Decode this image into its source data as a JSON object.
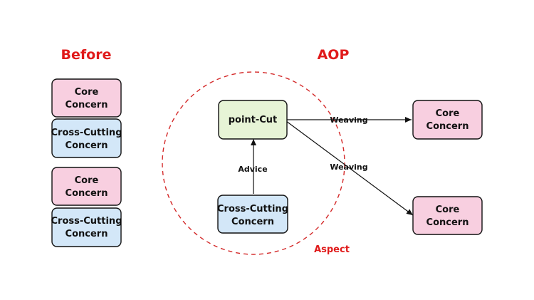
{
  "colors": {
    "heading": "#e01b1b",
    "aspect_dash": "#d42a2a",
    "core_fill": "#f8cfe0",
    "cross_fill": "#d3e7f8",
    "pointcut_fill": "#e7f4d6",
    "stroke": "#111111"
  },
  "before": {
    "title": "Before",
    "boxes": [
      {
        "kind": "core",
        "line1": "Core",
        "line2": "Concern"
      },
      {
        "kind": "cross",
        "line1": "Cross-Cutting",
        "line2": "Concern"
      },
      {
        "kind": "core",
        "line1": "Core",
        "line2": "Concern"
      },
      {
        "kind": "cross",
        "line1": "Cross-Cutting",
        "line2": "Concern"
      }
    ]
  },
  "aop": {
    "title": "AOP",
    "aspect_label": "Aspect",
    "pointcut": {
      "label": "point-Cut"
    },
    "cross_cutting": {
      "line1": "Cross-Cutting",
      "line2": "Concern"
    },
    "targets": [
      {
        "line1": "Core",
        "line2": "Concern"
      },
      {
        "line1": "Core",
        "line2": "Concern"
      }
    ],
    "edges": {
      "advice_label": "Advice",
      "weaving_label_1": "Weaving",
      "weaving_label_2": "Weaving"
    }
  }
}
